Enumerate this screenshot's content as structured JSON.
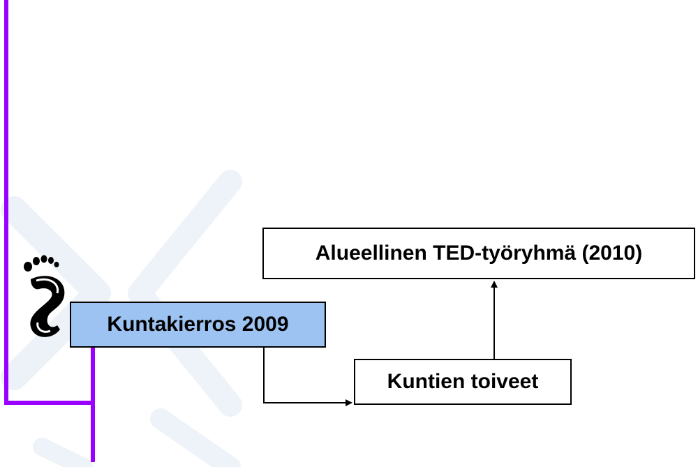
{
  "diagram": {
    "nodes": {
      "regional_group": {
        "label": "Alueellinen TED-työryhmä (2010)"
      },
      "municipal_tour": {
        "label": "Kuntakierros 2009"
      },
      "municipal_wishes": {
        "label": "Kuntien toiveet"
      }
    },
    "edges": [
      {
        "from": "municipal_tour",
        "to": "municipal_wishes"
      },
      {
        "from": "municipal_wishes",
        "to": "regional_group"
      }
    ]
  },
  "colors": {
    "accent_purple": "#9900ff",
    "highlight_box": "#9dc3f2",
    "watermark": "#e6edf6",
    "line": "#000000"
  },
  "icons": [
    "footprint-icon"
  ]
}
